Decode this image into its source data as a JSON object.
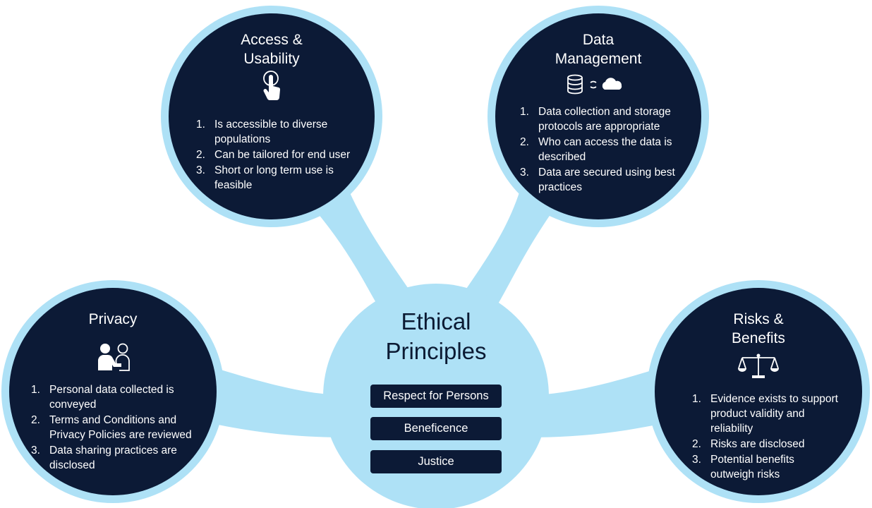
{
  "center": {
    "title_line1": "Ethical",
    "title_line2": "Principles",
    "principles": [
      "Respect for Persons",
      "Beneficence",
      "Justice"
    ]
  },
  "access": {
    "title_line1": "Access &",
    "title_line2": "Usability",
    "icon": "touch-hand-icon",
    "items": [
      {
        "num": "1.",
        "l1": "Is accessible to diverse",
        "l2": "populations"
      },
      {
        "num": "2.",
        "l1": "Can be tailored for end user",
        "l2": ""
      },
      {
        "num": "3.",
        "l1": "Short or long term use is",
        "l2": "feasible"
      }
    ]
  },
  "data_mgmt": {
    "title_line1": "Data",
    "title_line2": "Management",
    "icon": "database-cloud-icon",
    "items": [
      {
        "num": "1.",
        "l1": "Data collection and storage",
        "l2": "protocols are appropriate"
      },
      {
        "num": "2.",
        "l1": "Who can access the data is",
        "l2": "described"
      },
      {
        "num": "3.",
        "l1": "Data are secured using best",
        "l2": "practices"
      }
    ]
  },
  "privacy": {
    "title": "Privacy",
    "icon": "people-privacy-icon",
    "items": [
      {
        "num": "1.",
        "l1": "Personal data collected is",
        "l2": "conveyed"
      },
      {
        "num": "2.",
        "l1": "Terms and Conditions and",
        "l2": "Privacy Policies are reviewed"
      },
      {
        "num": "3.",
        "l1": "Data sharing practices are",
        "l2": "disclosed"
      }
    ]
  },
  "risks": {
    "title_line1": "Risks &",
    "title_line2": "Benefits",
    "icon": "balance-scale-icon",
    "items": [
      {
        "num": "1.",
        "l1": "Evidence exists to support",
        "l2": "product validity and",
        "l3": "reliability"
      },
      {
        "num": "2.",
        "l1": "Risks are disclosed",
        "l2": "",
        "l3": ""
      },
      {
        "num": "3.",
        "l1": "Potential benefits",
        "l2": "outweigh risks",
        "l3": ""
      }
    ]
  },
  "colors": {
    "light_blue": "#aee1f6",
    "navy": "#0c1a36",
    "text_dark": "#0b1a33"
  }
}
